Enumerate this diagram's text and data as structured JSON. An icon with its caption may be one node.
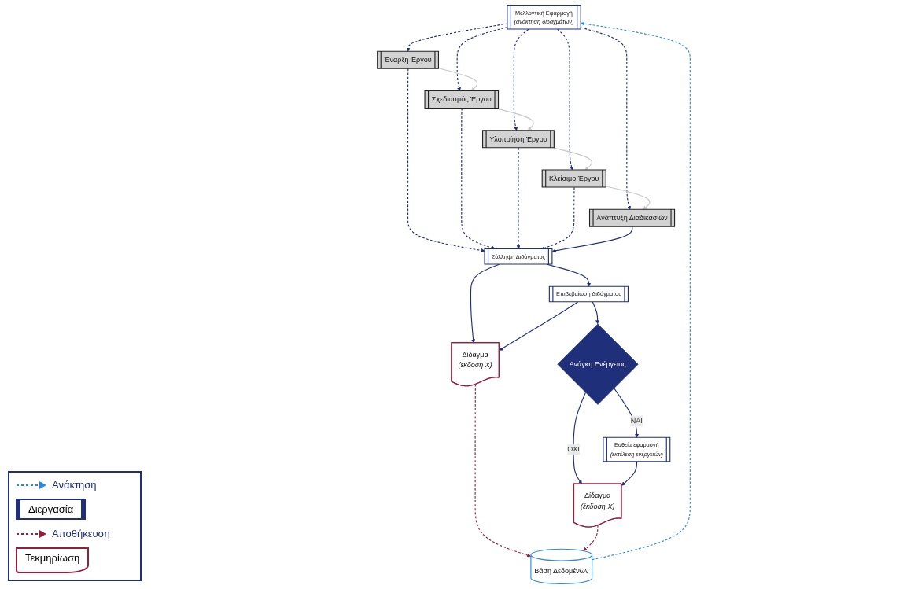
{
  "diagram": {
    "nodes": [
      {
        "text": [
          "Μελλοντική Εφαρμογή",
          "(ανάκτηση διδαγμάτων)"
        ]
      },
      {
        "text": [
          "Έναρξη Έργου"
        ]
      },
      {
        "text": [
          "Σχεδιασμός Έργου"
        ]
      },
      {
        "text": [
          "Υλοποίηση Έργου"
        ]
      },
      {
        "text": [
          "Κλείσιμο Έργου"
        ]
      },
      {
        "text": [
          "Ανάπτυξη Διαδικασιών"
        ]
      },
      {
        "text": [
          "Σύλληψη Διδάγματος"
        ]
      },
      {
        "text": [
          "Επιβεβαίωση Διδάγματος"
        ]
      },
      {
        "text": [
          "Ανάγκη Ενέργειας"
        ]
      },
      {
        "text": [
          "Δίδαγμα",
          "(έκδοση X)"
        ]
      },
      {
        "text": [
          "Ευθεία εφαρμογή",
          "(εκτέλεση ενεργειών)"
        ]
      },
      {
        "text": [
          "Δίδαγμα",
          "(έκδοση X)"
        ]
      },
      {
        "text": [
          "Βάση Δεδομένων"
        ]
      }
    ],
    "edges": [
      {
        "from": 0,
        "to": 1,
        "arrow": "to",
        "style": "dashed"
      },
      {
        "from": 0,
        "to": 2,
        "arrow": "to",
        "style": "dashed"
      },
      {
        "from": 0,
        "to": 3,
        "arrow": "to",
        "style": "dashed"
      },
      {
        "from": 0,
        "to": 4,
        "arrow": "to",
        "style": "dashed"
      },
      {
        "from": 0,
        "to": 5,
        "arrow": "to",
        "style": "dashed"
      },
      {
        "from": 1,
        "to": 2,
        "arrow": "to",
        "color": "#c8c8c8"
      },
      {
        "from": 2,
        "to": 3,
        "arrow": "to",
        "color": "#c8c8c8"
      },
      {
        "from": 3,
        "to": 4,
        "arrow": "to",
        "color": "#c8c8c8"
      },
      {
        "from": 4,
        "to": 5,
        "arrow": "to",
        "color": "#c8c8c8"
      },
      {
        "from": 1,
        "to": 6,
        "arrow": "to",
        "style": "dashed"
      },
      {
        "from": 2,
        "to": 6,
        "arrow": "to",
        "style": "dashed"
      },
      {
        "from": 3,
        "to": 6,
        "arrow": "to",
        "style": "dashed"
      },
      {
        "from": 4,
        "to": 6,
        "arrow": "to",
        "style": "dashed"
      },
      {
        "from": 5,
        "to": 6,
        "arrow": "to"
      },
      {
        "from": 6,
        "to": 7,
        "arrow": "to"
      },
      {
        "from": 7,
        "to": 8,
        "arrow": "to"
      },
      {
        "from": 8,
        "to": 10,
        "arrow": "to",
        "label": "ΝΑΙ"
      },
      {
        "from": 8,
        "to": 11,
        "arrow": "to",
        "label": "ΟΧΙ"
      },
      {
        "from": 6,
        "to": 9,
        "arrow": "to"
      },
      {
        "from": 7,
        "to": 9,
        "arrow": "to"
      },
      {
        "from": 10,
        "to": 11,
        "arrow": "to"
      },
      {
        "from": 9,
        "to": 12,
        "arrow": "to",
        "style": "dashed",
        "color": "#9b1b3a"
      },
      {
        "from": 11,
        "to": 12,
        "arrow": "to",
        "style": "dashed",
        "color": "#9b1b3a"
      },
      {
        "from": 12,
        "to": 0,
        "arrow": "to",
        "style": "dashed",
        "color": "#2a8ad8"
      }
    ],
    "legend": [
      {
        "text": "Ανάκτηση"
      },
      {
        "text": "Διεργασία"
      },
      {
        "text": "Αποθήκευση"
      },
      {
        "text": "Τεκμηρίωση"
      }
    ]
  }
}
